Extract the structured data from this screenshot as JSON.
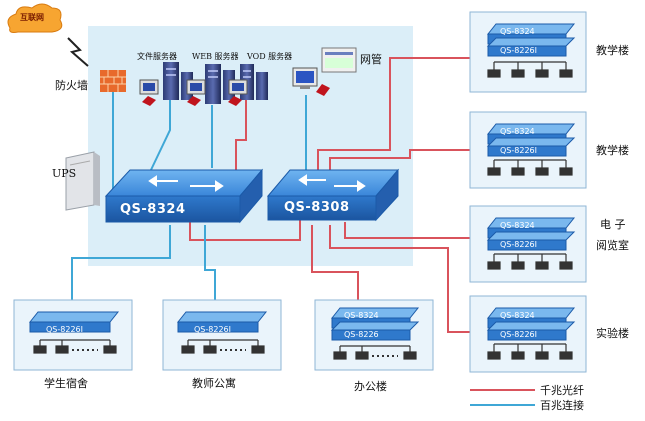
{
  "internet": "互联网",
  "firewall": "防火墙",
  "ups": "UPS",
  "servers": {
    "file": "文件服务器",
    "web": "WEB 服务器",
    "vod": "VOD 服务器"
  },
  "netmgmt": "网管",
  "core_switches": [
    "QS-8324",
    "QS-8308"
  ],
  "right_buildings": [
    {
      "switches": [
        "QS-8324",
        "QS-8226I"
      ],
      "label": "教学楼"
    },
    {
      "switches": [
        "QS-8324",
        "QS-8226I"
      ],
      "label": "教学楼"
    },
    {
      "switches": [
        "QS-8324",
        "QS-8226I"
      ],
      "label_line1": "电 子",
      "label_line2": "阅览室"
    },
    {
      "switches": [
        "QS-8324",
        "QS-8226I"
      ],
      "label": "实验楼"
    }
  ],
  "bottom_buildings": [
    {
      "switches": [
        "QS-8226I"
      ],
      "label": "学生宿舍"
    },
    {
      "switches": [
        "QS-8226I"
      ],
      "label": "教师公寓"
    },
    {
      "switches": [
        "QS-8324",
        "QS-8226"
      ],
      "label": "办公楼"
    }
  ],
  "legend": [
    {
      "label": "千兆光纤",
      "color": "#d9535c"
    },
    {
      "label": "百兆连接",
      "color": "#3fa7d6"
    }
  ]
}
